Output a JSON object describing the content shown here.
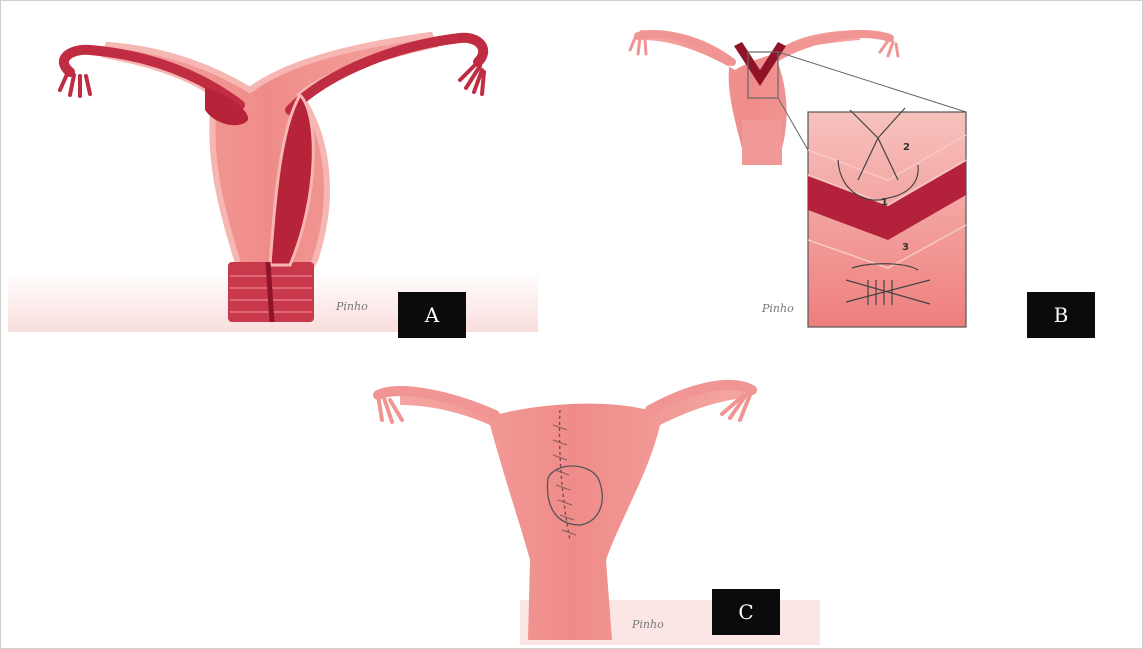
{
  "panels": [
    {
      "id": "A",
      "label": "A"
    },
    {
      "id": "B",
      "label": "B"
    },
    {
      "id": "C",
      "label": "C"
    }
  ],
  "inset_numbers": [
    "1",
    "2",
    "3"
  ],
  "signature": "Pinho",
  "colors": {
    "tissue": "#f08f8d",
    "tissue_light": "#f6b3af",
    "cavity": "#b7243a",
    "cavity_dark": "#8f1428",
    "outline": "#555555"
  }
}
